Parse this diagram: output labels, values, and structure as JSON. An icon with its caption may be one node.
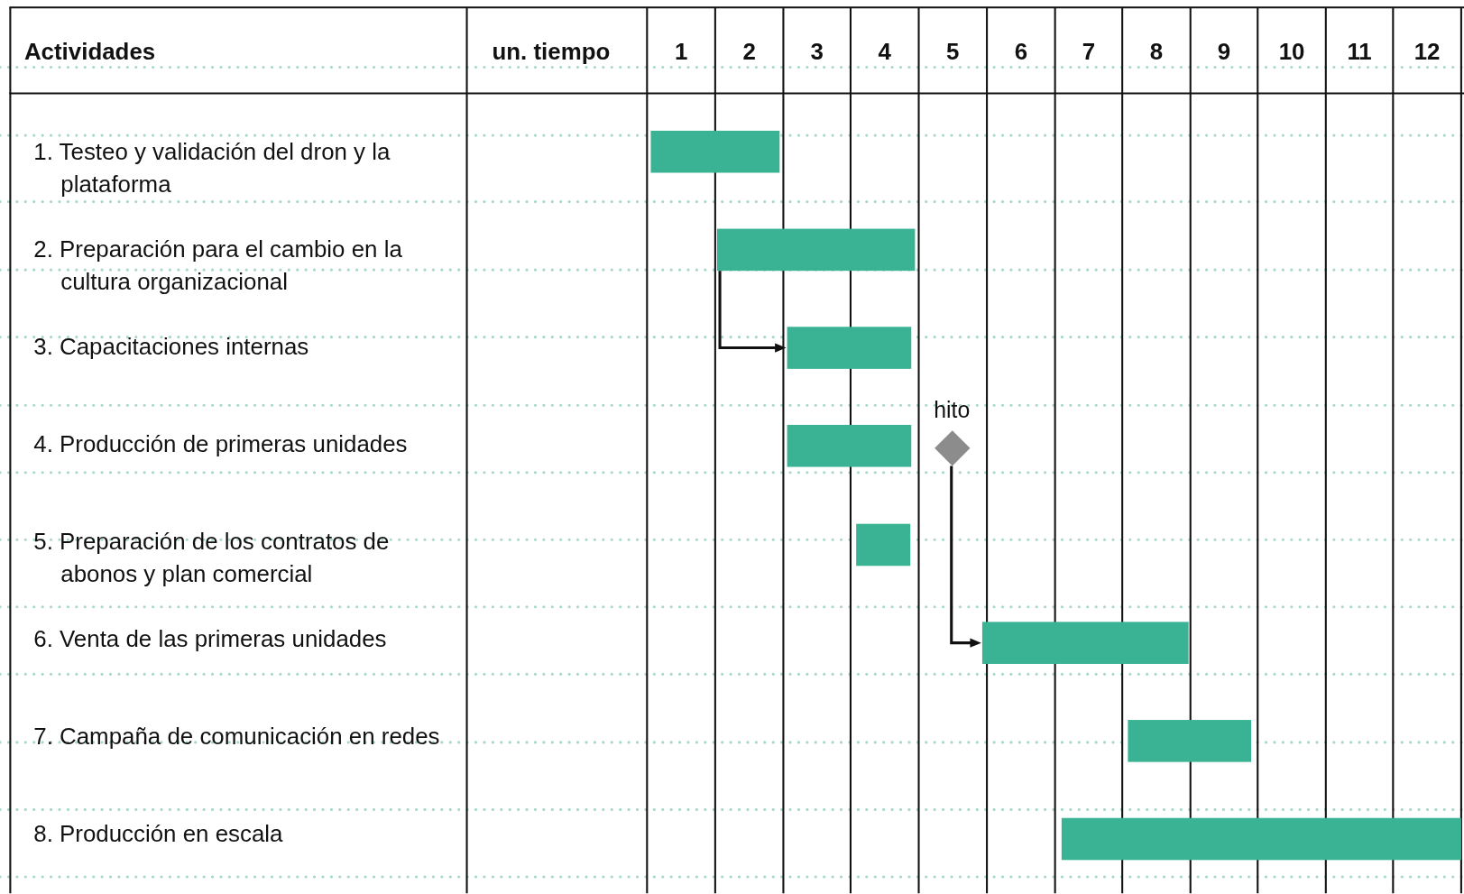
{
  "diagram": {
    "nodes": [
      {
        "text": [],
        "shape": "bar"
      },
      {
        "text": [],
        "shape": "bar"
      },
      {
        "text": [],
        "shape": "bar"
      },
      {
        "text": [],
        "shape": "bar"
      },
      {
        "text": [],
        "shape": "diamond",
        "beside": [
          "hito"
        ]
      },
      {
        "text": [],
        "shape": "bar"
      },
      {
        "text": [],
        "shape": "bar"
      },
      {
        "text": [],
        "shape": "bar"
      },
      {
        "text": [],
        "shape": "bar"
      }
    ],
    "edges": [
      {
        "from": 1,
        "to": 2,
        "arrow": "to"
      },
      {
        "from": 4,
        "to": 6,
        "arrow": "to"
      }
    ],
    "labels": [
      "Actividades",
      "un. tiempo",
      "1",
      "2",
      "3",
      "4",
      "5",
      "6",
      "7",
      "8",
      "9",
      "10",
      "11",
      "12",
      "1. Testeo y validación del dron y la plataforma",
      "2. Preparación para el cambio en la cultura organizacional",
      "3. Capacitaciones internas",
      "4. Producción de primeras unidades",
      "5. Preparación de los contratos de abonos y plan comercial",
      "6. Venta de las primeras unidades",
      "7. Campaña de comunicación en redes",
      "8. Producción en escala"
    ]
  }
}
